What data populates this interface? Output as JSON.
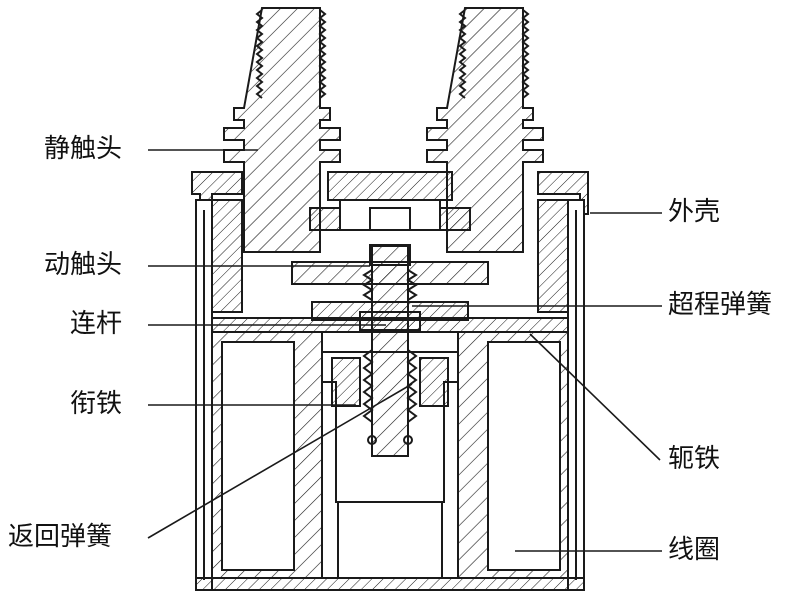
{
  "labels": {
    "static_contact": "静触头",
    "moving_contact": "动触头",
    "connecting_rod": "连杆",
    "armature": "衔铁",
    "return_spring": "返回弹簧",
    "housing": "外壳",
    "overtravel_spring": "超程弹簧",
    "yoke": "轭铁",
    "coil": "线圈"
  },
  "colors": {
    "line": "#1a1a1a",
    "background": "#ffffff"
  }
}
